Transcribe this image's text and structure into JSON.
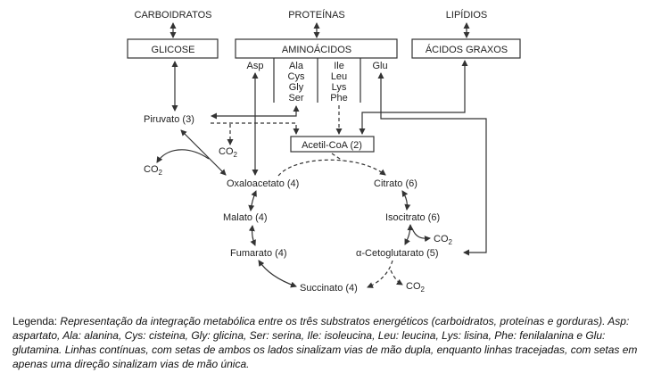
{
  "diagram": {
    "groups": {
      "carbs": "CARBOIDRATOS",
      "proteins": "PROTEÍNAS",
      "lipids": "LIPÍDIOS"
    },
    "boxes": {
      "glucose": "GLICOSE",
      "amino": "AMINOÁCIDOS",
      "fatty": "ÁCIDOS GRAXOS",
      "acetyl": "Acetil-CoA (2)"
    },
    "amino_acids": {
      "asp": "Asp",
      "col2": [
        "Ala",
        "Cys",
        "Gly",
        "Ser"
      ],
      "col3": [
        "Ile",
        "Leu",
        "Lys",
        "Phe"
      ],
      "glu": "Glu"
    },
    "metabolites": {
      "pyruvate": "Piruvato (3)",
      "oxaloacetate": "Oxaloacetato (4)",
      "citrate": "Citrato (6)",
      "isocitrate": "Isocitrato (6)",
      "ketoglutarate": "α-Cetoglutarato (5)",
      "succinate": "Succinato (4)",
      "fumarate": "Fumarato (4)",
      "malate": "Malato (4)"
    },
    "co2": "CO",
    "co2_sub": "2"
  },
  "legend": {
    "lead": "Legenda:",
    "body": " Representação da integração metabólica entre os três substratos energéticos (carboidratos, proteínas e gorduras). Asp: aspartato, Ala: alanina, Cys: cisteina, Gly: glicina, Ser: serina, Ile: isoleucina, Leu: leucina, Lys: lisina, Phe: fenilalanina e Glu: glutamina. Linhas contínuas, com setas de ambos os lados sinalizam vias de mão dupla, enquanto linhas tracejadas, com setas em apenas uma direção sinalizam vias de mão única."
  }
}
